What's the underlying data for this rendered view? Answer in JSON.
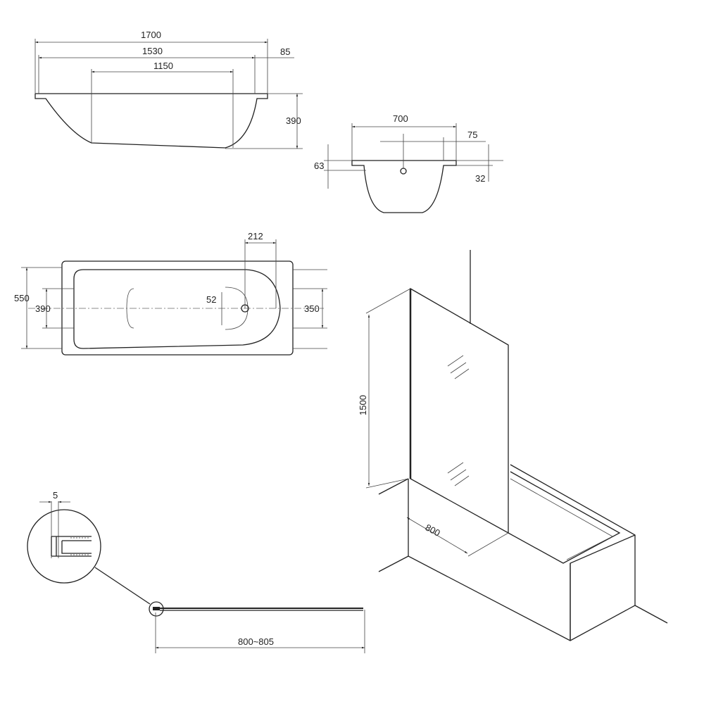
{
  "side_view": {
    "length_overall": "1700",
    "length_inner": "1530",
    "rim_width": "85",
    "bottom_length": "1150",
    "height": "390"
  },
  "end_view": {
    "width": "700",
    "rim_offset": "75",
    "rim_height": "63",
    "rim_thickness": "32"
  },
  "plan_view": {
    "drain_offset": "212",
    "width_overall": "550",
    "width_inner": "390",
    "drain_diameter": "52",
    "width_narrow": "350"
  },
  "screen_view": {
    "height": "1500",
    "width": "800"
  },
  "profile_detail": {
    "gap": "5",
    "adjust_range": "800~805"
  },
  "colors": {
    "line": "#222222",
    "background": "#ffffff"
  }
}
